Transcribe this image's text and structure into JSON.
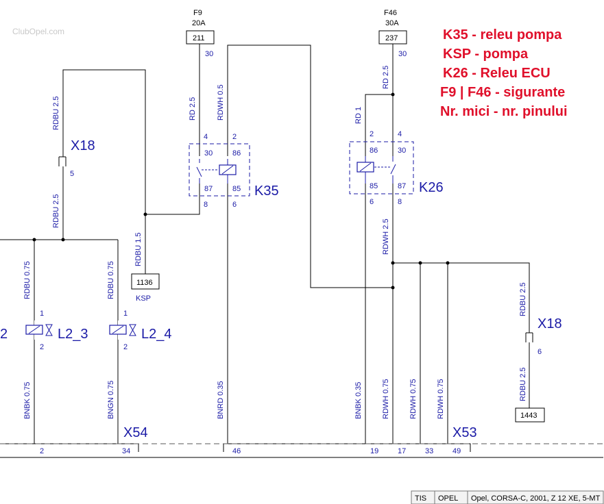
{
  "watermark": "ClubOpel.com",
  "legend": [
    "K35 - releu pompa",
    "KSP - pompa",
    "K26 - Releu ECU",
    "F9 | F46 - sigurante",
    "Nr. mici - nr. pinului"
  ],
  "fuses": {
    "f9": {
      "name": "F9",
      "rating": "20A",
      "box": "211",
      "pin": "30"
    },
    "f46": {
      "name": "F46",
      "rating": "30A",
      "box": "237",
      "pin": "30"
    }
  },
  "relays": {
    "k35": {
      "name": "K35",
      "t30": "30",
      "t86": "86",
      "t87": "87",
      "t85": "85",
      "p4": "4",
      "p2": "2",
      "p8": "8",
      "p6": "6"
    },
    "k26": {
      "name": "K26",
      "t86": "86",
      "t30": "30",
      "t85": "85",
      "t87": "87",
      "p2": "2",
      "p4": "4",
      "p6": "6",
      "p8": "8"
    }
  },
  "connectors": {
    "x18_left": {
      "name": "X18",
      "pin": "5"
    },
    "x18_right": {
      "name": "X18",
      "pin": "6"
    },
    "x54": {
      "name": "X54",
      "pins": [
        "2",
        "34"
      ]
    },
    "x53": {
      "name": "X53",
      "pins": [
        "46",
        "19",
        "17",
        "33",
        "49"
      ]
    }
  },
  "pump": {
    "box": "1136",
    "label": "KSP"
  },
  "ground_box": "1443",
  "injectors": {
    "l2_left": {
      "name": "2",
      "pin_top": "",
      "pin_bottom": ""
    },
    "l2_3": {
      "name": "L2_3",
      "pin_top": "1",
      "pin_bottom": "2"
    },
    "l2_4": {
      "name": "L2_4",
      "pin_top": "1",
      "pin_bottom": "2"
    }
  },
  "wire_labels": {
    "rd25_f9": "RD 2.5",
    "rdwh05": "RDWH 0.5",
    "rd25_f46": "RD 2.5",
    "rd1": "RD 1",
    "rdbu25_top": "RDBU 2.5",
    "rdbu25_mid": "RDBU 2.5",
    "rdbu15": "RDBU 1.5",
    "rdbu075_a": "RDBU 0.75",
    "rdbu075_b": "RDBU 0.75",
    "bnbk075": "BNBK 0.75",
    "bngn075": "BNGN 0.75",
    "bnrd035": "BNRD 0.35",
    "bnbk035": "BNBK 0.35",
    "rdwh075_a": "RDWH 0.75",
    "rdwh075_b": "RDWH 0.75",
    "rdwh075_c": "RDWH 0.75",
    "rdwh25": "RDWH 2.5",
    "rdbu25_right_top": "RDBU 2.5",
    "rdbu25_right_bot": "RDBU 2.5"
  },
  "status_bar": {
    "app": "TIS",
    "brand": "OPEL",
    "vehicle": "Opel, CORSA-C, 2001, Z 12 XE, 5-MT"
  }
}
